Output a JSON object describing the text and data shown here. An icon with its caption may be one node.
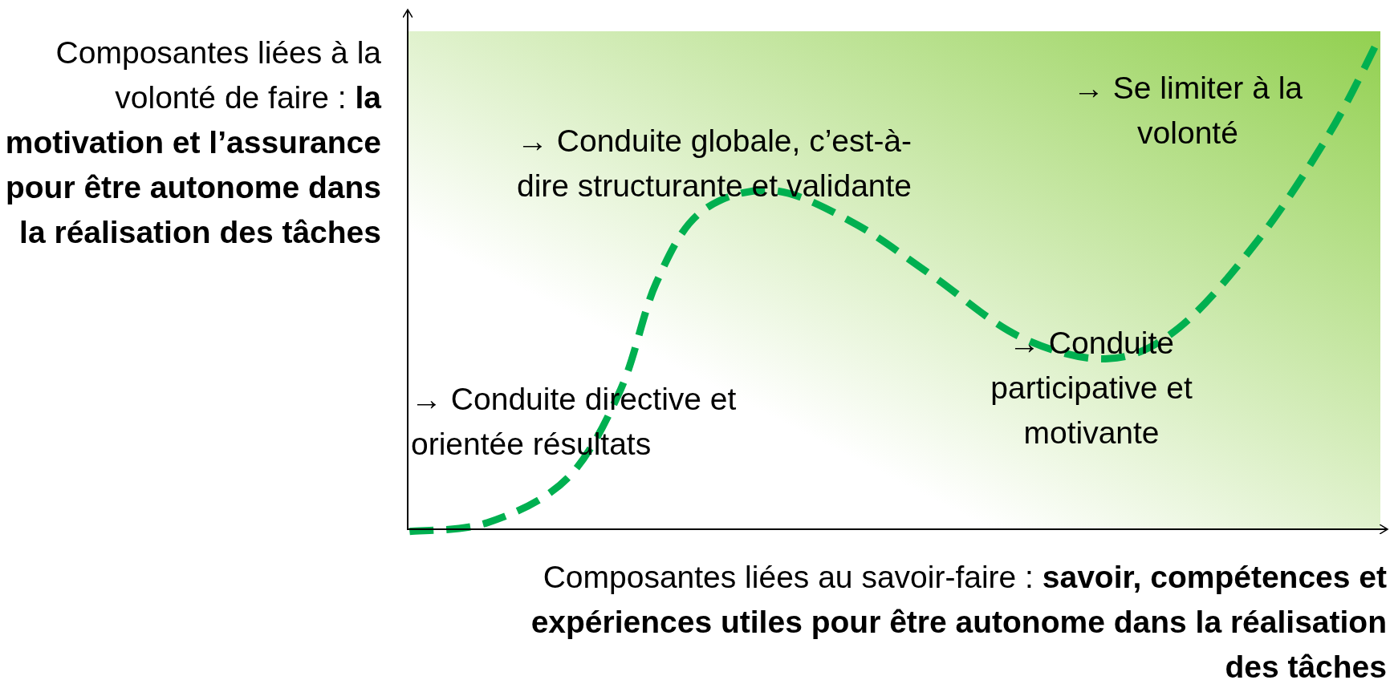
{
  "diagram": {
    "labels": [
      "Composantes liées à la volonté de faire : **la motivation et l’assurance pour être autonome dans la réalisation des tâches**",
      "→ Conduite globale, c’est-à-dire structurante et validante",
      "→ Se limiter à la volonté",
      "→ Conduite directive et orientée résultats",
      "→ Conduite participative et motivante",
      "Composantes liées au savoir-faire : **savoir, compétences et expériences utiles pour être autonome dans la réalisation des tâches**"
    ]
  }
}
